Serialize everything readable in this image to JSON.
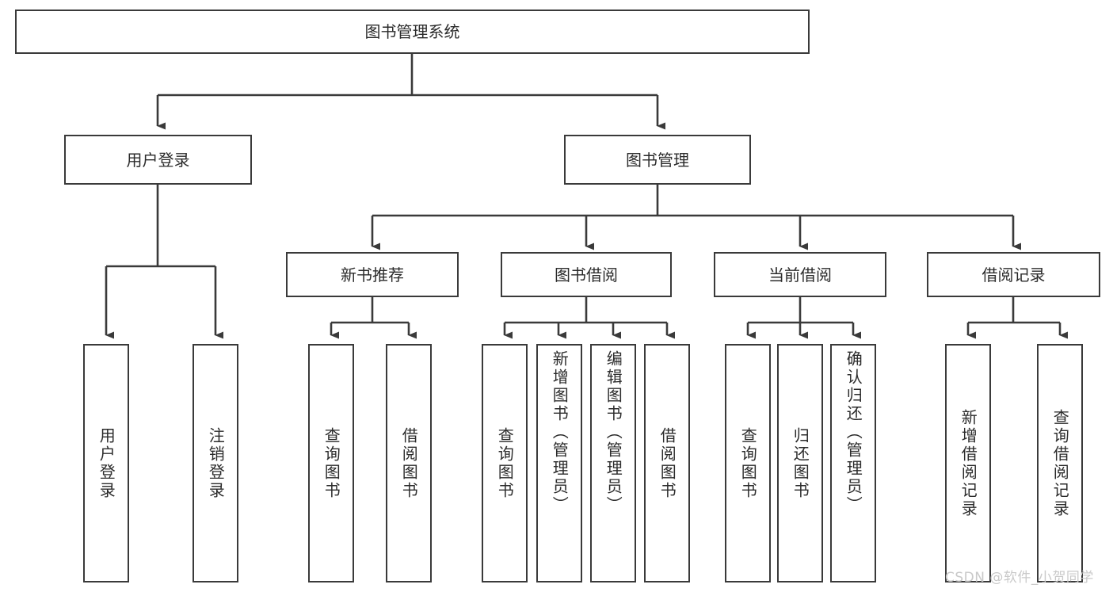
{
  "diagram": {
    "title": "图书管理系统",
    "type": "tree",
    "root": {
      "label": "图书管理系统"
    },
    "level2": [
      {
        "label": "用户登录"
      },
      {
        "label": "图书管理"
      }
    ],
    "level3": [
      {
        "label": "新书推荐"
      },
      {
        "label": "图书借阅"
      },
      {
        "label": "当前借阅"
      },
      {
        "label": "借阅记录"
      }
    ],
    "leaves": [
      {
        "label": "用户登录",
        "parent": "用户登录"
      },
      {
        "label": "注销登录",
        "parent": "用户登录"
      },
      {
        "label": "查询图书",
        "parent": "新书推荐"
      },
      {
        "label": "借阅图书",
        "parent": "新书推荐"
      },
      {
        "label": "查询图书",
        "parent": "图书借阅"
      },
      {
        "label": "新增图书（管理员）",
        "parent": "图书借阅"
      },
      {
        "label": "编辑图书（管理员）",
        "parent": "图书借阅"
      },
      {
        "label": "借阅图书",
        "parent": "图书借阅"
      },
      {
        "label": "查询图书",
        "parent": "当前借阅"
      },
      {
        "label": "归还图书",
        "parent": "当前借阅"
      },
      {
        "label": "确认归还（管理员）",
        "parent": "当前借阅"
      },
      {
        "label": "新增借阅记录",
        "parent": "借阅记录"
      },
      {
        "label": "查询借阅记录",
        "parent": "借阅记录"
      }
    ]
  },
  "watermark": {
    "text": "CSDN @软件_小贺同学"
  },
  "colors": {
    "border": "#3a3a3a",
    "text": "#2b2b2b",
    "background": "#ffffff",
    "watermark": "#c9c9c9"
  }
}
